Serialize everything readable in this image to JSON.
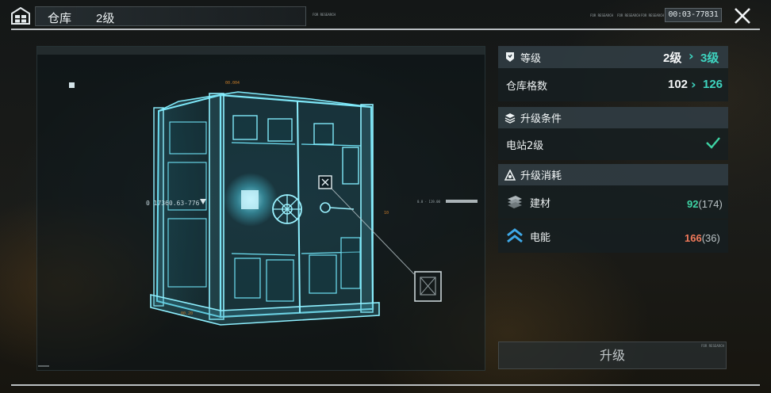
{
  "header": {
    "building_name": "仓库",
    "building_level": "2级",
    "session_id": "00:03-77831",
    "hud_micro_text": "FOR RESEARCH"
  },
  "view": {
    "coordinate": "0 17360.63-776",
    "tag_top": "00.004",
    "tag_bottom": "00.20",
    "tag_mid": "10",
    "scan_readout": "0.0 · 119.00"
  },
  "upgrade": {
    "level": {
      "label": "等级",
      "from": "2级",
      "to": "3级",
      "arrow": "›"
    },
    "capacity": {
      "label": "仓库格数",
      "from": "102",
      "to": "126",
      "arrow": "›"
    },
    "conditions": {
      "title": "升级条件",
      "items": [
        {
          "label": "电站2级",
          "met": true
        }
      ]
    },
    "costs": {
      "title": "升级消耗",
      "items": [
        {
          "label": "建材",
          "have": "92",
          "need": "(174)",
          "icon": "building-material-icon",
          "color": "#3ed3a4"
        },
        {
          "label": "电能",
          "have": "166",
          "need": "(36)",
          "icon": "electricity-icon",
          "color": "#f0795a"
        }
      ]
    },
    "button_label": "升级"
  },
  "colors": {
    "accent": "#3ed3bf",
    "have_sufficient": "#3ed3a4",
    "have_warning": "#f0795a",
    "hologram": "#5fd8ee"
  }
}
